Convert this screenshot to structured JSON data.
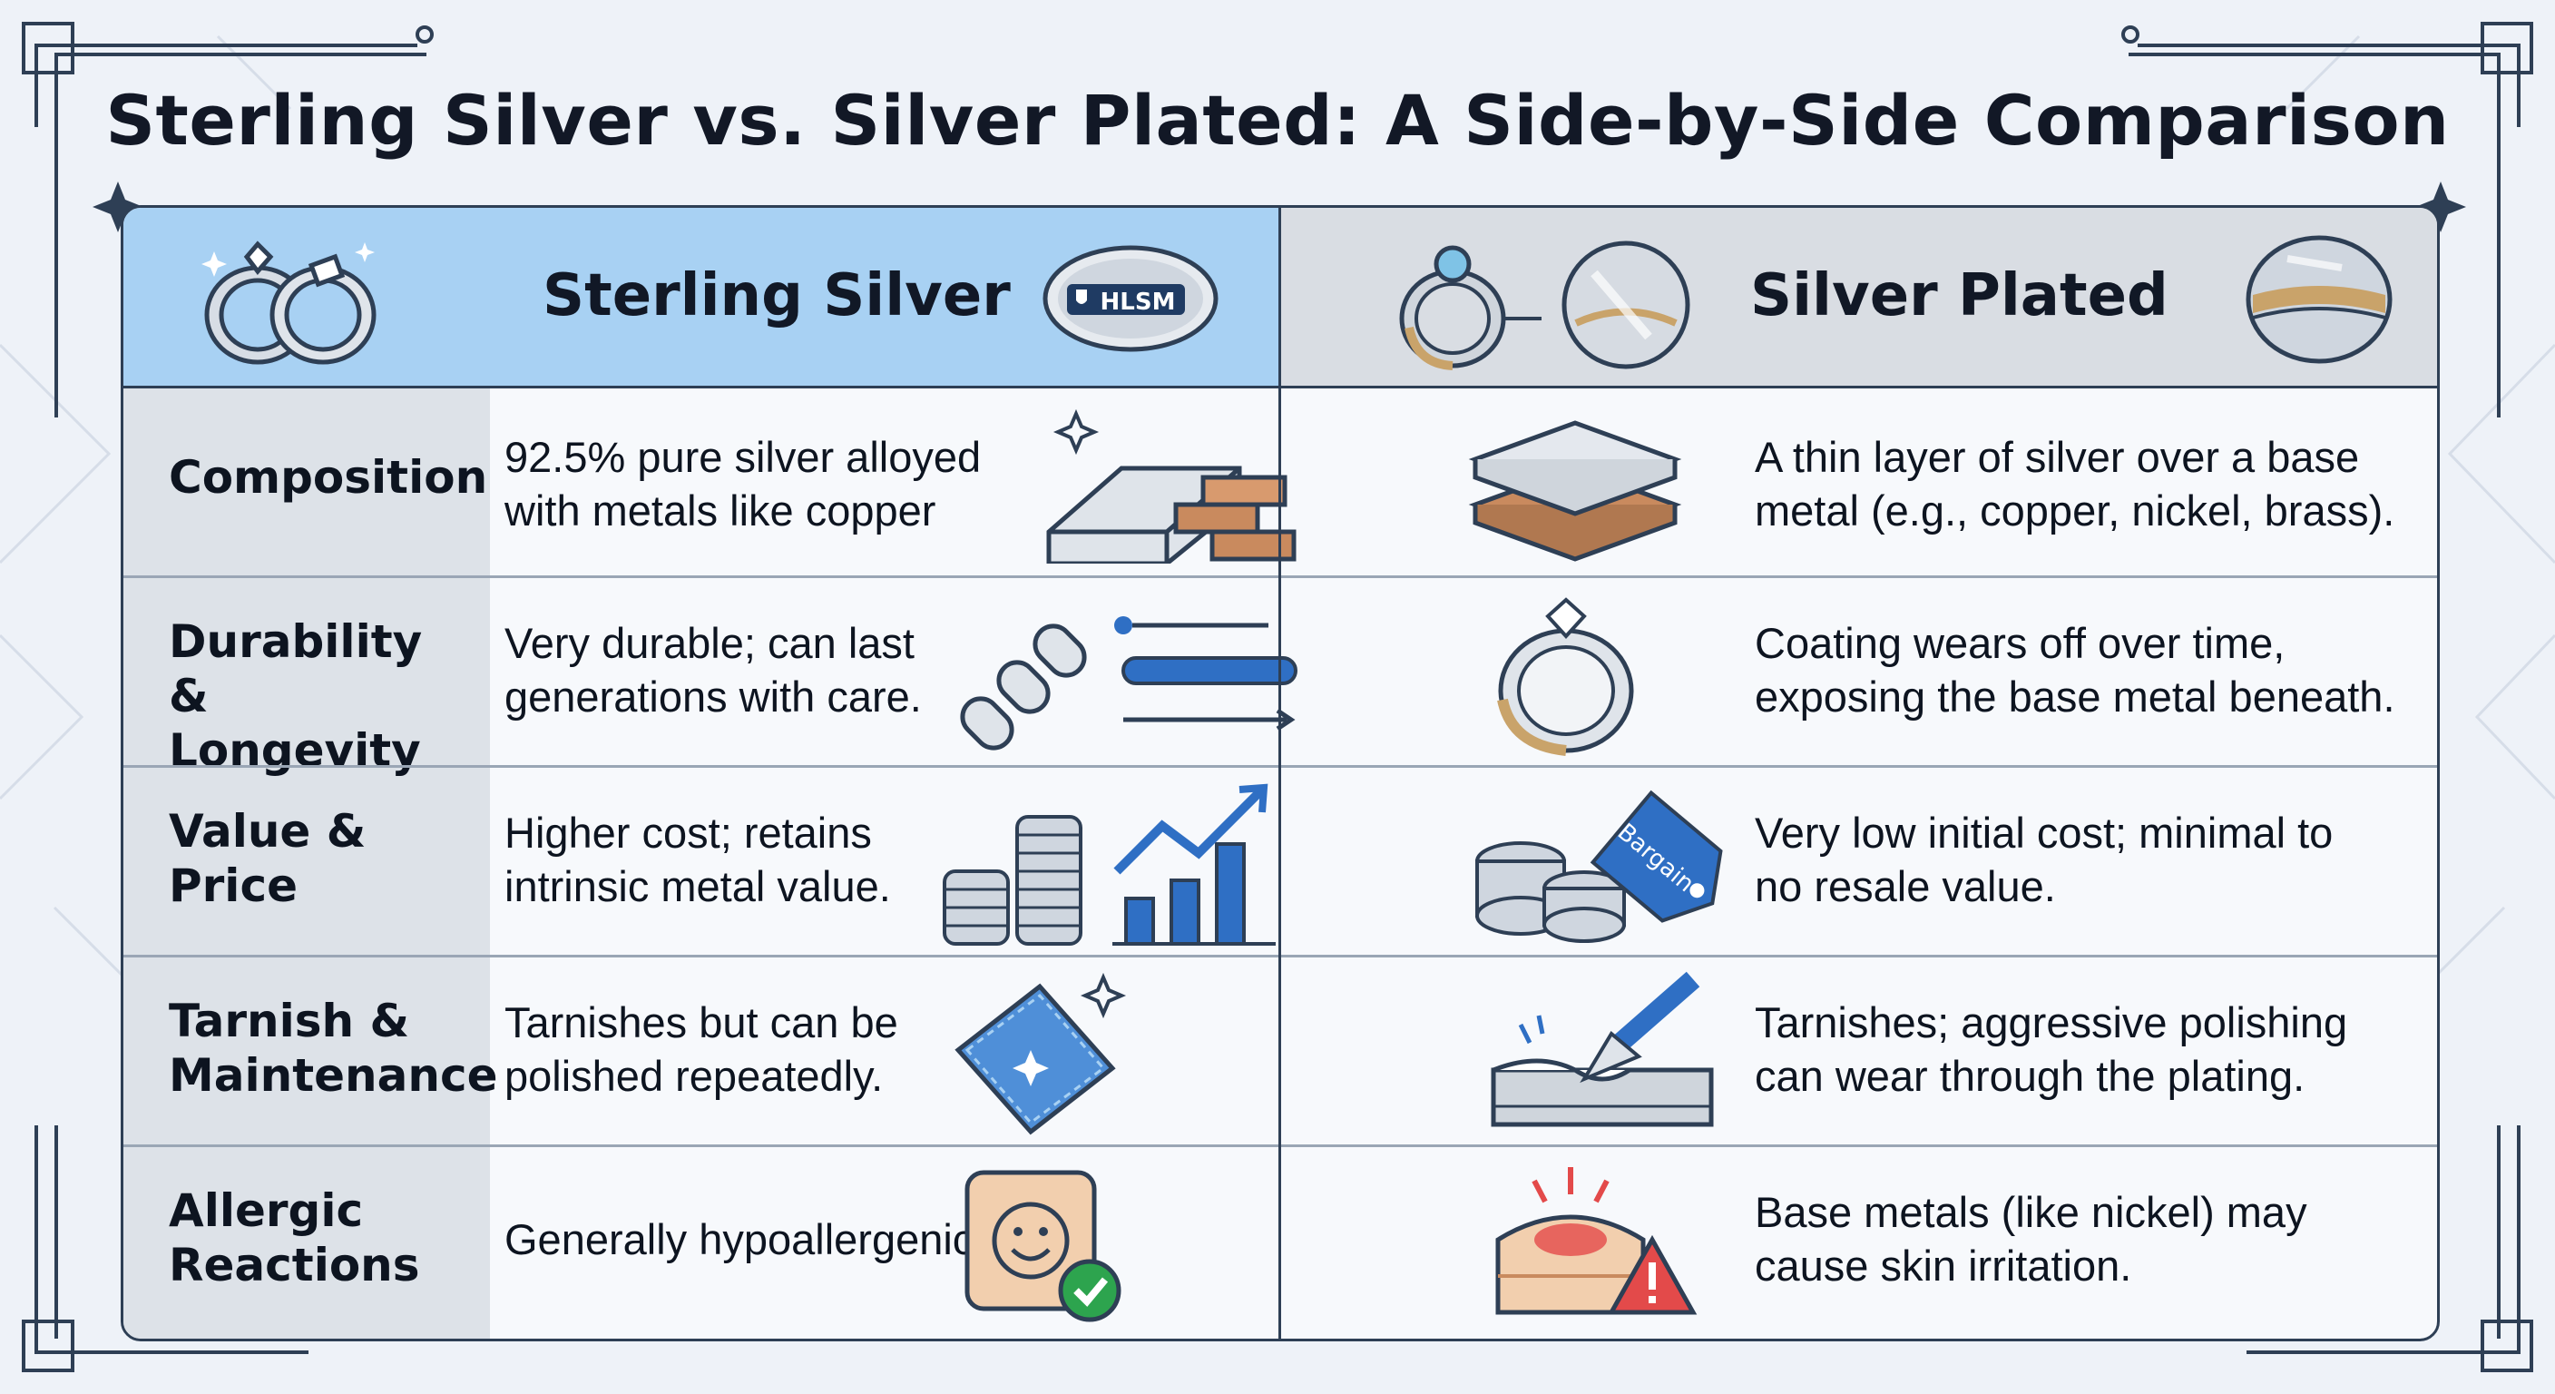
{
  "title": "Sterling Silver vs. Silver Plated: A Side-by-Side Comparison",
  "columns": {
    "left": {
      "title": "Sterling Silver",
      "badge": "HLSM"
    },
    "right": {
      "title": "Silver Plated"
    }
  },
  "rows": [
    {
      "label": [
        "Composition"
      ],
      "left": [
        "92.5% pure silver alloyed",
        "with metals like copper"
      ],
      "right": [
        "A thin layer of silver over a base",
        "metal (e.g., copper, nickel, brass)."
      ]
    },
    {
      "label": [
        "Durability &",
        "Longevity"
      ],
      "left": [
        "Very durable; can last",
        "generations with care."
      ],
      "right": [
        "Coating wears off over time,",
        "exposing the base metal beneath."
      ]
    },
    {
      "label": [
        "Value &",
        "Price"
      ],
      "left": [
        "Higher cost; retains",
        "intrinsic metal value."
      ],
      "right": [
        "Very low initial cost; minimal to",
        "no resale value."
      ],
      "tag": "Bargain"
    },
    {
      "label": [
        "Tarnish &",
        "Maintenance"
      ],
      "left": [
        "Tarnishes but can be",
        "polished repeatedly."
      ],
      "right": [
        "Tarnishes; aggressive polishing",
        "can wear through the plating."
      ]
    },
    {
      "label": [
        "Allergic",
        "Reactions"
      ],
      "left": [
        "Generally hypoallergenic."
      ],
      "right": [
        "Base metals (like nickel) may",
        "cause skin irritation."
      ]
    }
  ],
  "colors": {
    "header_left": "#a8d1f3",
    "header_right": "#d9dde3",
    "label_column": "#dde2e8",
    "accent_blue": "#2f6fc4",
    "border": "#2e3f55"
  },
  "icons": {
    "header_left": [
      "rings-icon",
      "silver-seal-icon"
    ],
    "header_right": [
      "plated-ring-icon",
      "coin-icon",
      "layered-disc-icon"
    ],
    "row_left": [
      "silver-bars-icon",
      "chain-ruler-icon",
      "coins-chart-icon",
      "polishing-cloth-icon",
      "smiley-check-icon"
    ],
    "row_right": [
      "layered-metal-icon",
      "worn-ring-icon",
      "bargain-tag-icon",
      "brush-scraping-icon",
      "skin-irritation-icon"
    ]
  }
}
